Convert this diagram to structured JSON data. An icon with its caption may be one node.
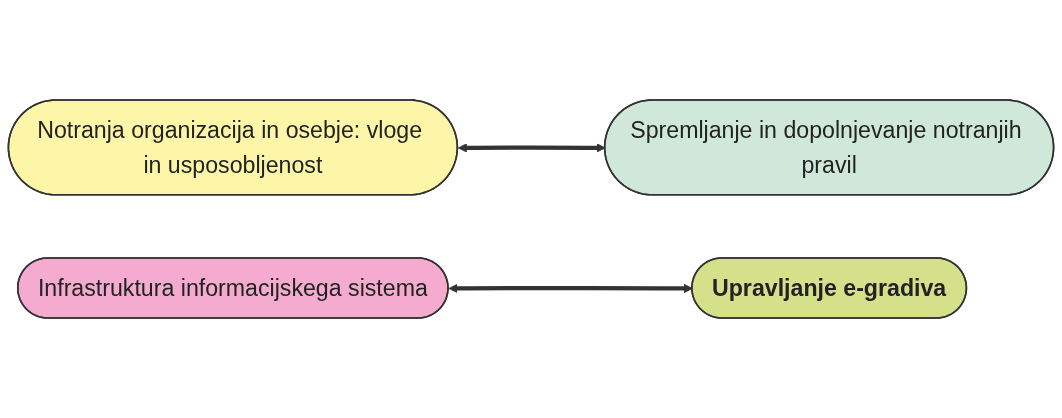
{
  "diagram": {
    "nodes": [
      {
        "text": [
          "Notranja organizacija in osebje: vloge in usposobljenost"
        ]
      },
      {
        "text": [
          "Upravljanje e-gradiva"
        ]
      },
      {
        "text": [
          "Infrastruktura informacijskega sistema"
        ]
      },
      {
        "text": [
          "Spremljanje in dopolnjevanje notranjih pravil"
        ]
      }
    ],
    "edges": [
      {
        "from": 0,
        "to": 3,
        "arrow": "both"
      },
      {
        "from": 2,
        "to": 1,
        "arrow": "both"
      }
    ]
  }
}
